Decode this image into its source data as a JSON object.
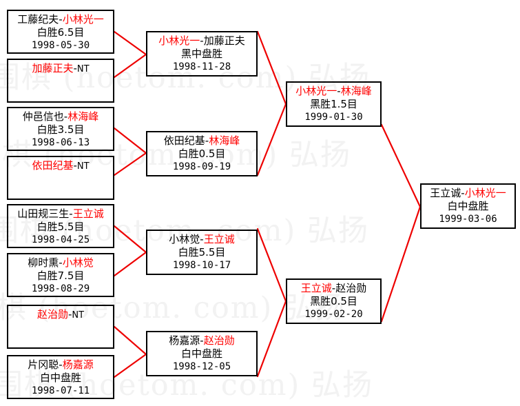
{
  "diagram": {
    "type": "single-elimination-bracket",
    "accent_color": "#ff0000",
    "line_color": "#ee0000",
    "box_border_color": "#000000",
    "background_color": "#ffffff",
    "watermark_color": "#f2f2f2",
    "watermark_lines": [
      "围棋 (hoetom. com) 弘扬",
      "围棋 (hoetom. com) 弘扬",
      "围棋 (hoetom. com) 弘扬",
      "围棋 (hoetom. com) 弘扬",
      "围棋 (hoetom. com) 弘扬"
    ]
  },
  "rounds": [
    {
      "name": "round-1",
      "matches": [
        {
          "id": "r1m1",
          "player_left": "工藤纪夫",
          "player_left_color": "black",
          "player_right": "小林光一",
          "player_right_color": "red",
          "result": "白胜6.5目",
          "date": "1998-05-30"
        },
        {
          "id": "r1m2",
          "player_left": "加藤正夫",
          "player_left_color": "red",
          "player_right": "NT",
          "player_right_color": "black",
          "result": "",
          "date": ""
        },
        {
          "id": "r1m3",
          "player_left": "仲邑信也",
          "player_left_color": "black",
          "player_right": "林海峰",
          "player_right_color": "red",
          "result": "白胜3.5目",
          "date": "1998-06-13"
        },
        {
          "id": "r1m4",
          "player_left": "依田纪基",
          "player_left_color": "red",
          "player_right": "NT",
          "player_right_color": "black",
          "result": "",
          "date": ""
        },
        {
          "id": "r1m5",
          "player_left": "山田规三生",
          "player_left_color": "black",
          "player_right": "王立诚",
          "player_right_color": "red",
          "result": "白胜5.5目",
          "date": "1998-04-25"
        },
        {
          "id": "r1m6",
          "player_left": "柳时熏",
          "player_left_color": "black",
          "player_right": "小林觉",
          "player_right_color": "red",
          "result": "白胜7.5目",
          "date": "1998-08-29"
        },
        {
          "id": "r1m7",
          "player_left": "赵治勋",
          "player_left_color": "red",
          "player_right": "NT",
          "player_right_color": "black",
          "result": "",
          "date": ""
        },
        {
          "id": "r1m8",
          "player_left": "片冈聪",
          "player_left_color": "black",
          "player_right": "杨嘉源",
          "player_right_color": "red",
          "result": "白中盘胜",
          "date": "1998-07-11"
        }
      ]
    },
    {
      "name": "round-2",
      "matches": [
        {
          "id": "r2m1",
          "player_left": "小林光一",
          "player_left_color": "red",
          "player_right": "加藤正夫",
          "player_right_color": "black",
          "result": "黑中盘胜",
          "date": "1998-11-28"
        },
        {
          "id": "r2m2",
          "player_left": "依田纪基",
          "player_left_color": "black",
          "player_right": "林海峰",
          "player_right_color": "red",
          "result": "白胜0.5目",
          "date": "1998-09-19"
        },
        {
          "id": "r2m3",
          "player_left": "小林觉",
          "player_left_color": "black",
          "player_right": "王立诚",
          "player_right_color": "red",
          "result": "白胜5.5目",
          "date": "1998-10-17"
        },
        {
          "id": "r2m4",
          "player_left": "杨嘉源",
          "player_left_color": "black",
          "player_right": "赵治勋",
          "player_right_color": "red",
          "result": "白中盘胜",
          "date": "1998-12-05"
        }
      ]
    },
    {
      "name": "semifinal",
      "matches": [
        {
          "id": "r3m1",
          "player_left": "小林光一",
          "player_left_color": "red",
          "player_right": "林海峰",
          "player_right_color": "red",
          "result": "黑胜1.5目",
          "date": "1999-01-30"
        },
        {
          "id": "r3m2",
          "player_left": "王立诚",
          "player_left_color": "red",
          "player_right": "赵治勋",
          "player_right_color": "black",
          "result": "黑胜0.5目",
          "date": "1999-02-20"
        }
      ]
    },
    {
      "name": "final",
      "matches": [
        {
          "id": "r4m1",
          "player_left": "王立诚",
          "player_left_color": "black",
          "player_right": "小林光一",
          "player_right_color": "red",
          "result": "白中盘胜",
          "date": "1999-03-06"
        }
      ]
    }
  ]
}
